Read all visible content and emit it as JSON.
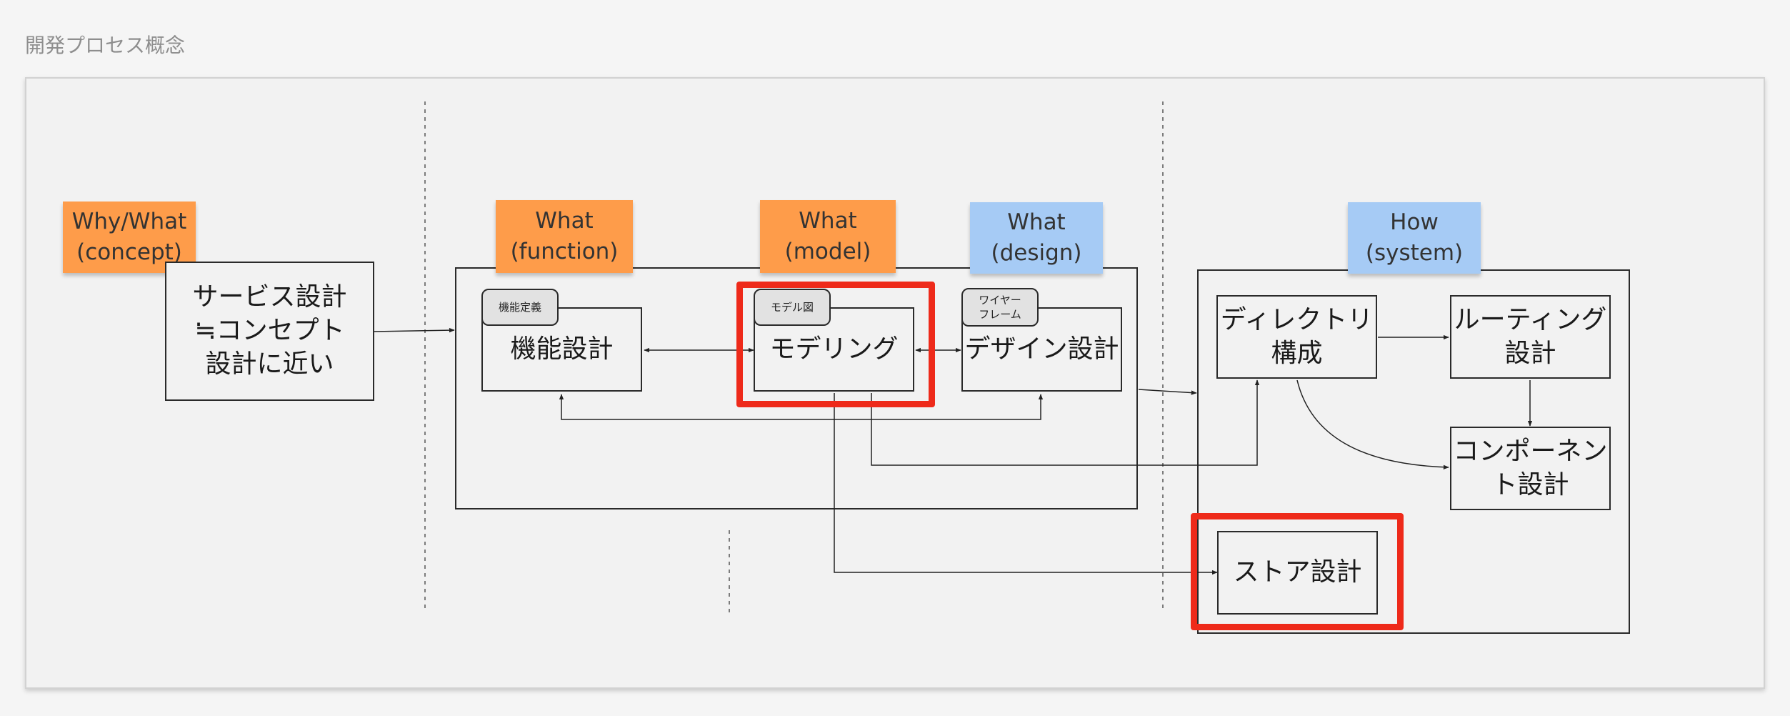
{
  "page": {
    "title": "開発プロセス概念"
  },
  "colors": {
    "sticky_orange": "#fe9c4a",
    "sticky_blue": "#a6cbf5",
    "highlight_red": "#ee2a1a",
    "tag_fill": "#e2e2e2"
  },
  "stickies": {
    "why_what_concept": "Why/What\n(concept)",
    "what_function": "What\n(function)",
    "what_model": "What\n(model)",
    "what_design": "What\n(design)",
    "how_system": "How\n(system)"
  },
  "nodes": {
    "service_design": "サービス設計\n≒コンセプト\n設計に近い",
    "function_design": "機能設計",
    "modeling": "モデリング",
    "design_design": "デザイン設計",
    "directory_structure": "ディレクトリ\n構成",
    "routing_design": "ルーティング\n設計",
    "component_design": "コンポーネン\nト設計",
    "store_design": "ストア設計"
  },
  "tags": {
    "function_definition": "機能定義",
    "model_diagram": "モデル図",
    "wireframe": "ワイヤー\nフレーム"
  }
}
